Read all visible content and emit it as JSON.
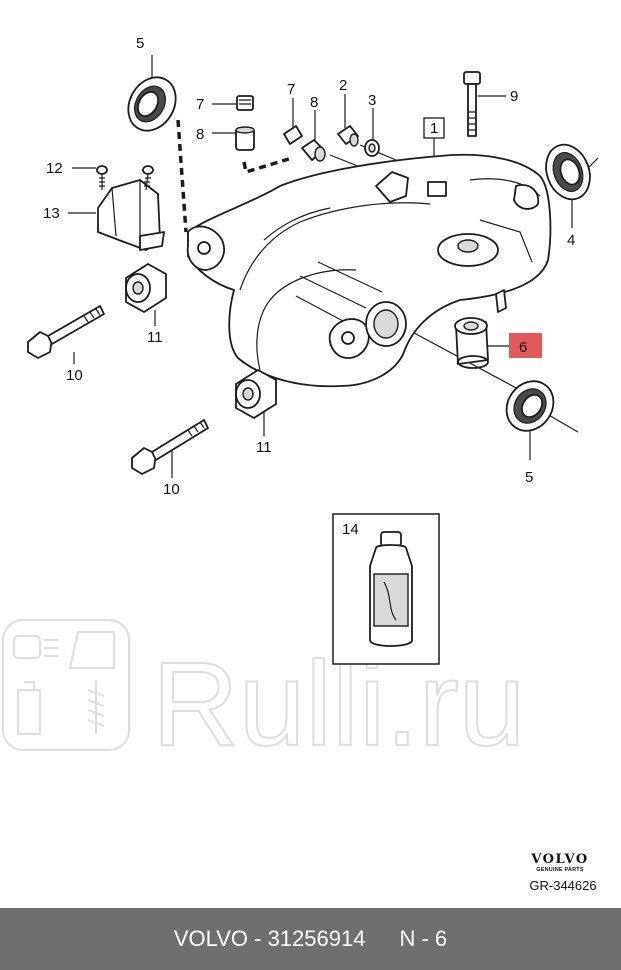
{
  "diagram": {
    "callouts": {
      "c1": "1",
      "c2": "2",
      "c3": "3",
      "c4": "4",
      "c5a": "5",
      "c5b": "5",
      "c6": "6",
      "c7": "7",
      "c7b": "7",
      "c8": "8",
      "c8b": "8",
      "c9": "9",
      "c10a": "10",
      "c10b": "10",
      "c11a": "11",
      "c11b": "11",
      "c12": "12",
      "c13": "13",
      "c14": "14"
    },
    "highlight_color": "#e05a5a",
    "highlighted_callout": "6"
  },
  "watermark": {
    "text": "Rulli.ru",
    "icons": [
      "engine-icon",
      "headlight-icon",
      "door-icon",
      "oil-bottle-icon",
      "shock-absorber-icon"
    ]
  },
  "brand": {
    "logo": "VOLVO",
    "subtitle": "GENUINE PARTS",
    "reference": "GR-344626"
  },
  "footer": {
    "brand": "VOLVO - 31256914",
    "position": "N - 6",
    "background": "#6f6f6f"
  }
}
